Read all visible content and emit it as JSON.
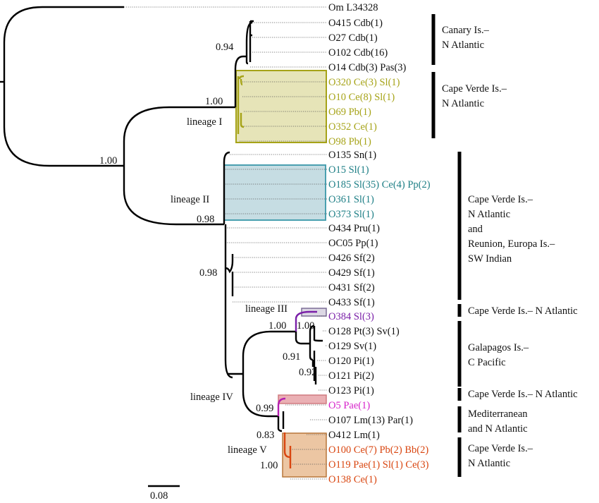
{
  "figure": {
    "type": "phylogenetic-tree",
    "scale_bar": {
      "label": "0.08"
    },
    "colors": {
      "black": "#111111",
      "lineage_I": "#a6a317",
      "lineage_I_fill": "#e6e4b8",
      "lineage_II": "#1e7f86",
      "lineage_II_fill": "#c6dde3",
      "lineage_II_border": "#4aa0b0",
      "lineage_III": "#7a1fa8",
      "lineage_III_fill": "#dcd8e4",
      "lineage_IV_pink": "#d61fc9",
      "lineage_IV_fill": "#eab0b4",
      "lineage_V": "#d9450f",
      "lineage_V_fill": "#ecc6a3"
    },
    "tips": [
      {
        "label": "Om L34328",
        "group": "outgroup"
      },
      {
        "label": "O415 Cdb(1)",
        "group": "none"
      },
      {
        "label": "O27 Cdb(1)",
        "group": "none"
      },
      {
        "label": "O102 Cdb(16)",
        "group": "none"
      },
      {
        "label": "O14 Cdb(3) Pas(3)",
        "group": "none"
      },
      {
        "label": "O320 Ce(3) Sl(1)",
        "group": "I"
      },
      {
        "label": "O10 Ce(8) Sl(1)",
        "group": "I"
      },
      {
        "label": "O69 Pb(1)",
        "group": "I"
      },
      {
        "label": "O352 Ce(1)",
        "group": "I"
      },
      {
        "label": "O98 Pb(1)",
        "group": "I"
      },
      {
        "label": "O135 Sn(1)",
        "group": "none"
      },
      {
        "label": "O15 Sl(1)",
        "group": "II"
      },
      {
        "label": "O185 Sl(35) Ce(4) Pp(2)",
        "group": "II"
      },
      {
        "label": "O361 Sl(1)",
        "group": "II"
      },
      {
        "label": "O373 Sl(1)",
        "group": "II"
      },
      {
        "label": "O434 Pru(1)",
        "group": "none"
      },
      {
        "label": "OC05 Pp(1)",
        "group": "none"
      },
      {
        "label": "O426 Sf(2)",
        "group": "none"
      },
      {
        "label": "O429 Sf(1)",
        "group": "none"
      },
      {
        "label": "O431 Sf(2)",
        "group": "none"
      },
      {
        "label": "O433 Sf(1)",
        "group": "none"
      },
      {
        "label": "O384 Sl(3)",
        "group": "III"
      },
      {
        "label": "O128 Pt(3) Sv(1)",
        "group": "none"
      },
      {
        "label": "O129 Sv(1)",
        "group": "none"
      },
      {
        "label": "O120 Pi(1)",
        "group": "none"
      },
      {
        "label": "O121 Pi(2)",
        "group": "none"
      },
      {
        "label": "O123 Pi(1)",
        "group": "none"
      },
      {
        "label": "O5 Pae(1)",
        "group": "IV"
      },
      {
        "label": "O107 Lm(13) Par(1)",
        "group": "none"
      },
      {
        "label": "O412 Lm(1)",
        "group": "none"
      },
      {
        "label": "O100 Ce(7) Pb(2) Bb(2)",
        "group": "V"
      },
      {
        "label": "O119 Pae(1) Sl(1) Ce(3)",
        "group": "V"
      },
      {
        "label": "O138 Ce(1)",
        "group": "V"
      }
    ],
    "support_values": [
      "0.94",
      "1.00",
      "1.00",
      "0.98",
      "0.98",
      "1.00",
      "1.00",
      "0.91",
      "0.92",
      "0.99",
      "0.83",
      "1.00"
    ],
    "lineage_labels": [
      "lineage I",
      "lineage II",
      "lineage III",
      "lineage IV",
      "lineage V"
    ],
    "regions": [
      {
        "lines": [
          "Canary Is.–",
          "N Atlantic"
        ]
      },
      {
        "lines": [
          "Cape Verde Is.–",
          "N Atlantic"
        ]
      },
      {
        "lines": [
          "Cape Verde Is.–",
          "N Atlantic",
          "and",
          "Reunion, Europa Is.–",
          "SW Indian"
        ]
      },
      {
        "lines": [
          "Cape Verde Is.– N Atlantic"
        ]
      },
      {
        "lines": [
          "Galapagos Is.–",
          "C Pacific"
        ]
      },
      {
        "lines": [
          "Cape Verde Is.– N Atlantic"
        ]
      },
      {
        "lines": [
          "Mediterranean",
          "and N Atlantic"
        ]
      },
      {
        "lines": [
          "Cape Verde Is.–",
          "N Atlantic"
        ]
      }
    ]
  }
}
